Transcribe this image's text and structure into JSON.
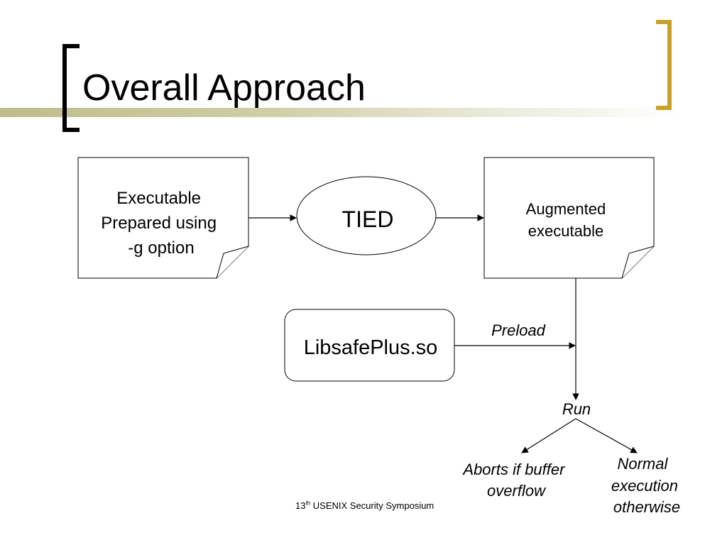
{
  "slide": {
    "title": "Overall Approach",
    "accent_color": "#c9a227",
    "band_color": "#bcbc8c"
  },
  "diagram": {
    "nodes": {
      "executable": {
        "shape": "document",
        "lines": [
          "Executable",
          "Prepared using",
          "-g option"
        ]
      },
      "tied": {
        "shape": "ellipse",
        "lines": [
          "TIED"
        ]
      },
      "augmented": {
        "shape": "document",
        "lines": [
          "Augmented",
          "executable"
        ]
      },
      "libsafeplus": {
        "shape": "rounded-rectangle",
        "lines": [
          "LibsafePlus.so"
        ]
      }
    },
    "edge_labels": {
      "preload": "Preload",
      "run": "Run"
    },
    "outcomes": {
      "abort": [
        "Aborts if buffer",
        "overflow"
      ],
      "normal": [
        "Normal",
        "execution",
        "otherwise"
      ]
    },
    "edges": [
      {
        "from": "executable",
        "to": "tied"
      },
      {
        "from": "tied",
        "to": "augmented"
      },
      {
        "from": "augmented",
        "to": "run"
      },
      {
        "from": "libsafeplus",
        "to": "run",
        "label": "Preload"
      },
      {
        "from": "run",
        "to": "abort"
      },
      {
        "from": "run",
        "to": "normal"
      }
    ]
  },
  "footer": {
    "number": "13",
    "ordinal_suffix": "th",
    "text": "USENIX Security Symposium"
  }
}
